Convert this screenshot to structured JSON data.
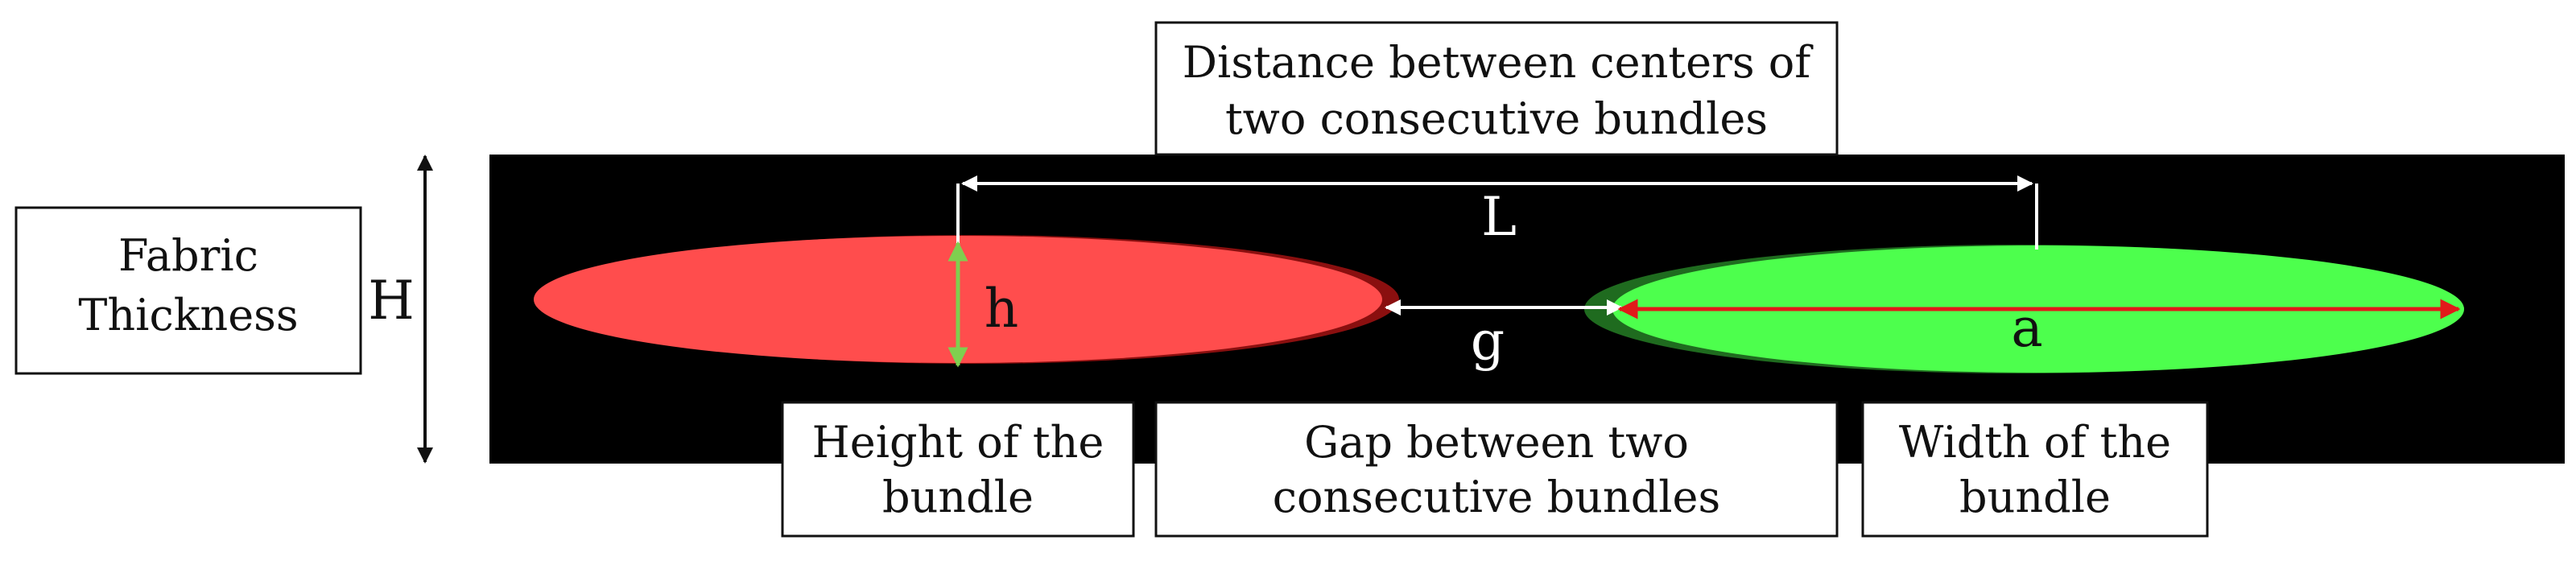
{
  "colors": {
    "background": "#000000",
    "red_bundle": "#ff4d4d",
    "green_bundle": "#4dff4d",
    "height_arrow": "#7fcf4f",
    "width_arrow": "#e11a1a",
    "dimension_lines": "#ffffff",
    "box_border": "#111111"
  },
  "labels": {
    "distance": [
      "Distance between centers of",
      "two consecutive bundles"
    ],
    "fabric_thickness": [
      "Fabric",
      "Thickness"
    ],
    "height": [
      "Height of the",
      "bundle"
    ],
    "gap": [
      "Gap between two",
      "consecutive bundles"
    ],
    "width": [
      "Width of the",
      "bundle"
    ]
  },
  "symbols": {
    "L": "L",
    "H": "H",
    "h": "h",
    "g": "g",
    "a": "a"
  }
}
